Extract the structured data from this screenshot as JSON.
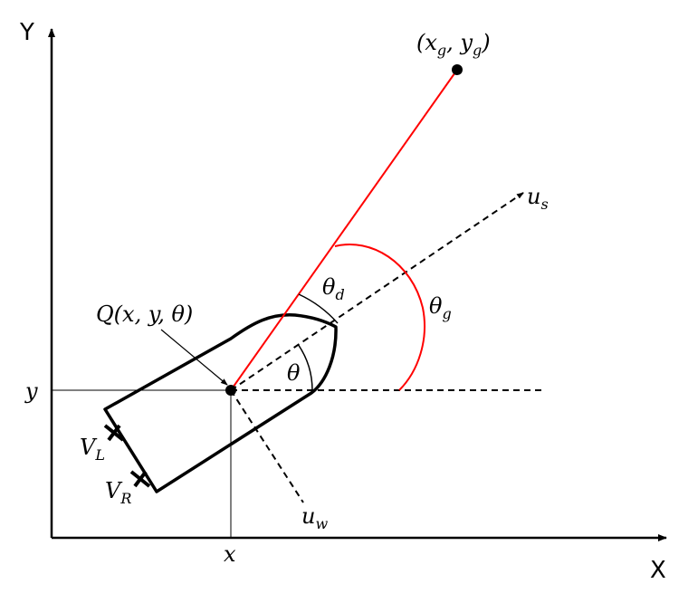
{
  "axes": {
    "x_title": "X",
    "y_title": "Y"
  },
  "labels": {
    "goal": {
      "open": "(",
      "x": "x",
      "xsub": "g",
      "comma": ", ",
      "y": "y",
      "ysub": "g",
      "close": ")"
    },
    "pose": "Q(x, y, θ)",
    "x_tick": "x",
    "y_tick": "y",
    "us": {
      "main": "u",
      "sub": "s"
    },
    "uw": {
      "main": "u",
      "sub": "w"
    },
    "theta": "θ",
    "theta_d": {
      "main": "θ",
      "sub": "d"
    },
    "theta_g": {
      "main": "θ",
      "sub": "g"
    },
    "vl": {
      "main": "V",
      "sub": "L"
    },
    "vr": {
      "main": "V",
      "sub": "R"
    }
  },
  "colors": {
    "line": "#000000",
    "goal_line": "#ff0000",
    "goal_arc": "#ff0000"
  }
}
